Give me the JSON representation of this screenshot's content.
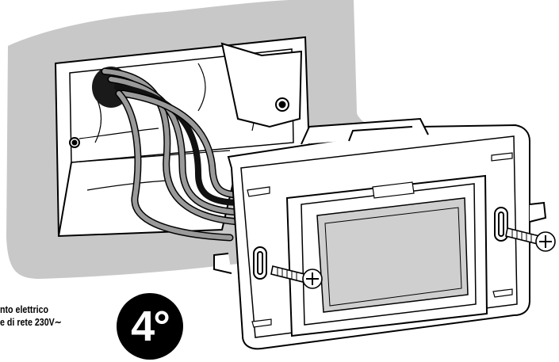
{
  "caption": {
    "line1": "nto elettrico",
    "line2": "e di rete 230V∼"
  },
  "step_badge": {
    "label": "4°"
  },
  "colors": {
    "wall": "#c8c8c8",
    "outline": "#000000",
    "wire_grey": "#9a9a9a",
    "wire_black": "#111111",
    "module_face": "#cfcfcf"
  },
  "icons": [
    "wall-box-illustration",
    "wire-bundle",
    "support-frame",
    "screw-icon",
    "device-module"
  ]
}
